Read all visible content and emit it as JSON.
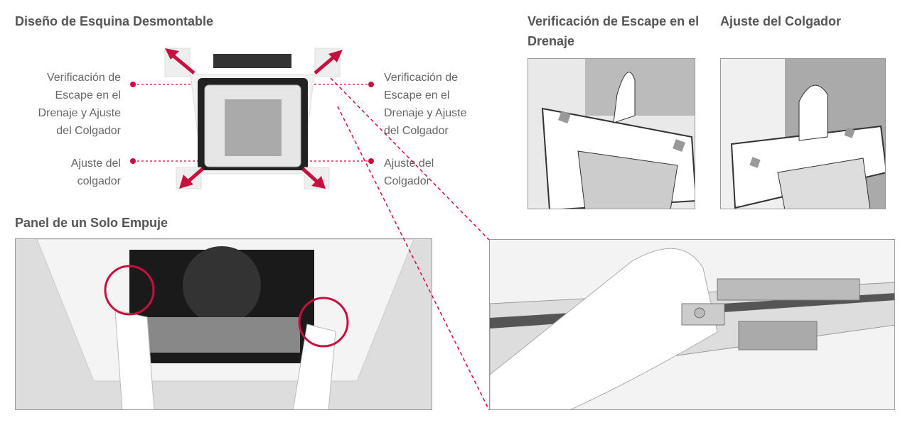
{
  "sections": {
    "corner": {
      "title": "Diseño de Esquina Desmontable",
      "labels": {
        "top_left": "Verificación de Escape en el Drenaje y Ajuste del Colgador",
        "top_right": "Verificación de Escape en el Drenaje y Ajuste del Colgador",
        "bottom_left": "Ajuste del colgador",
        "bottom_right": "Ajuste del Colgador"
      }
    },
    "drain": {
      "title": "Verificación de Escape en el Drenaje"
    },
    "hanger": {
      "title": "Ajuste del Colgador"
    },
    "push": {
      "title": "Panel de un Solo Empuje"
    }
  },
  "colors": {
    "accent": "#c8103e",
    "text": "#555555"
  }
}
